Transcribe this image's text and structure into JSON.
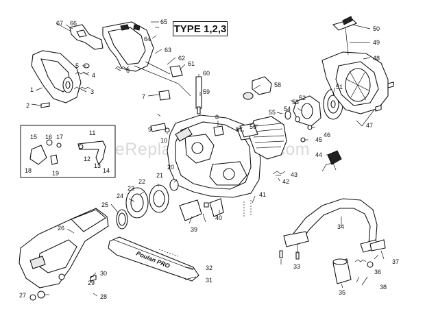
{
  "diagram": {
    "type_badge": "TYPE 1,2,3",
    "watermark": "eReplacementParts.com",
    "bar_brand": "Poulan PRO",
    "part_labels": [
      "1",
      "2",
      "3",
      "4",
      "5",
      "6",
      "7",
      "8",
      "9",
      "10",
      "11",
      "12",
      "13",
      "14",
      "15",
      "16",
      "17",
      "18",
      "19",
      "20",
      "21",
      "22",
      "23",
      "24",
      "25",
      "26",
      "27",
      "28",
      "29",
      "30",
      "31",
      "32",
      "33",
      "34",
      "35",
      "36",
      "37",
      "38",
      "39",
      "40",
      "41",
      "42",
      "43",
      "44",
      "45",
      "46",
      "47",
      "48",
      "49",
      "50",
      "51",
      "52",
      "53",
      "54",
      "55",
      "56",
      "57",
      "58",
      "59",
      "60",
      "61",
      "62",
      "63",
      "64",
      "65",
      "66",
      "67"
    ]
  }
}
